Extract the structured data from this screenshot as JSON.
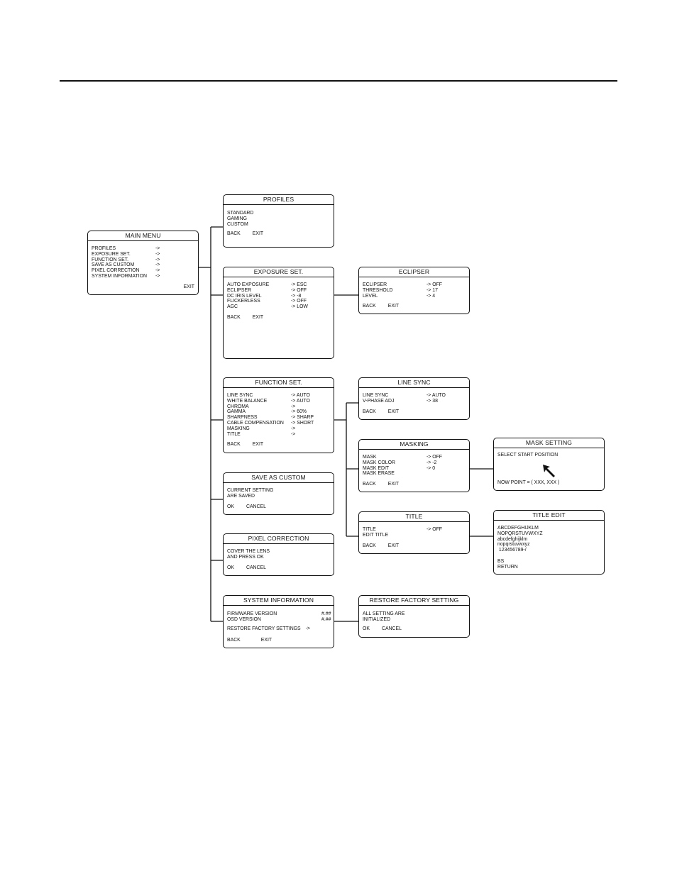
{
  "main_menu": {
    "title": "MAIN MENU",
    "items": [
      {
        "label": "PROFILES",
        "value": "->"
      },
      {
        "label": "EXPOSURE SET.",
        "value": "->"
      },
      {
        "label": "FUNCTION SET.",
        "value": "->"
      },
      {
        "label": "SAVE AS CUSTOM",
        "value": "->"
      },
      {
        "label": "PIXEL CORRECTION",
        "value": "->"
      },
      {
        "label": "SYSTEM INFORMATION",
        "value": "->"
      }
    ],
    "exit": "EXIT"
  },
  "profiles": {
    "title": "PROFILES",
    "items": [
      "STANDARD",
      "GAMING",
      "CUSTOM"
    ],
    "back": "BACK",
    "exit": "EXIT"
  },
  "exposure": {
    "title": "EXPOSURE SET.",
    "items": [
      {
        "label": "AUTO EXPOSURE",
        "value": "-> ESC"
      },
      {
        "label": "ECLIPSER",
        "value": "-> OFF"
      },
      {
        "label": "DC IRIS LEVEL",
        "value": "-> -8"
      },
      {
        "label": "FLICKERLESS",
        "value": "-> OFF"
      },
      {
        "label": "AGC",
        "value": "-> LOW"
      }
    ],
    "back": "BACK",
    "exit": "EXIT"
  },
  "eclipser": {
    "title": "ECLIPSER",
    "items": [
      {
        "label": "ECLIPSER",
        "value": "-> OFF"
      },
      {
        "label": "THRESHOLD",
        "value": "-> 17"
      },
      {
        "label": "LEVEL",
        "value": "-> 4"
      }
    ],
    "back": "BACK",
    "exit": "EXIT"
  },
  "function": {
    "title": "FUNCTION SET.",
    "items": [
      {
        "label": "LINE SYNC",
        "value": "-> AUTO"
      },
      {
        "label": "WHITE BALANCE",
        "value": "-> AUTO"
      },
      {
        "label": "CHROMA",
        "value": "->"
      },
      {
        "label": "GAMMA",
        "value": "-> 60%"
      },
      {
        "label": "SHARPNESS",
        "value": "-> SHARP"
      },
      {
        "label": "CABLE COMPENSATION",
        "value": "-> SHORT"
      },
      {
        "label": "MASKING",
        "value": "->"
      },
      {
        "label": "TITLE",
        "value": "->"
      }
    ],
    "back": "BACK",
    "exit": "EXIT"
  },
  "line_sync": {
    "title": "LINE SYNC",
    "items": [
      {
        "label": "LINE SYNC",
        "value": "-> AUTO"
      },
      {
        "label": "V-PHASE ADJ",
        "value": "-> 38"
      }
    ],
    "back": "BACK",
    "exit": "EXIT"
  },
  "masking": {
    "title": "MASKING",
    "items": [
      {
        "label": "MASK",
        "value": "-> OFF"
      },
      {
        "label": "MASK COLOR",
        "value": "-> -2"
      },
      {
        "label": "MASK EDIT",
        "value": "-> 0"
      },
      {
        "label": "MASK ERASE",
        "value": ""
      }
    ],
    "back": "BACK",
    "exit": "EXIT"
  },
  "mask_setting": {
    "title": "MASK SETTING",
    "line1": "SELECT START POSITION",
    "now_point": "NOW POINT = ( XXX, XXX )"
  },
  "save_custom": {
    "title": "SAVE AS CUSTOM",
    "lines": [
      "CURRENT SETTING",
      "ARE SAVED"
    ],
    "ok": "OK",
    "cancel": "CANCEL"
  },
  "title_menu": {
    "title": "TITLE",
    "items": [
      {
        "label": "TITLE",
        "value": "-> OFF"
      },
      {
        "label": "EDIT TITLE",
        "value": ""
      }
    ],
    "back": "BACK",
    "exit": "EXIT"
  },
  "title_edit": {
    "title": "TITLE EDIT",
    "lines": [
      "ABCDEFGHIJKLM",
      "NOPQRSTUVWXYZ",
      "abcdefghijklm",
      "nopqrstuvwxyz",
      " 123456789-/"
    ],
    "bs": "BS",
    "return": "RETURN"
  },
  "pixel_correction": {
    "title": "PIXEL CORRECTION",
    "lines": [
      "COVER THE LENS",
      "AND PRESS OK"
    ],
    "ok": "OK",
    "cancel": "CANCEL"
  },
  "system_info": {
    "title": "SYSTEM INFORMATION",
    "items": [
      {
        "label": "FIRMWARE VERSION",
        "value": "#.##"
      },
      {
        "label": "OSD VERSION",
        "value": "#.##"
      }
    ],
    "restore": "RESTORE FACTORY SETTINGS",
    "restore_arrow": "->",
    "back": "BACK",
    "exit": "EXIT"
  },
  "restore_factory": {
    "title": "RESTORE FACTORY SETTING",
    "lines": [
      "ALL SETTING ARE",
      "INITIALIZED"
    ],
    "ok": "OK",
    "cancel": "CANCEL"
  }
}
